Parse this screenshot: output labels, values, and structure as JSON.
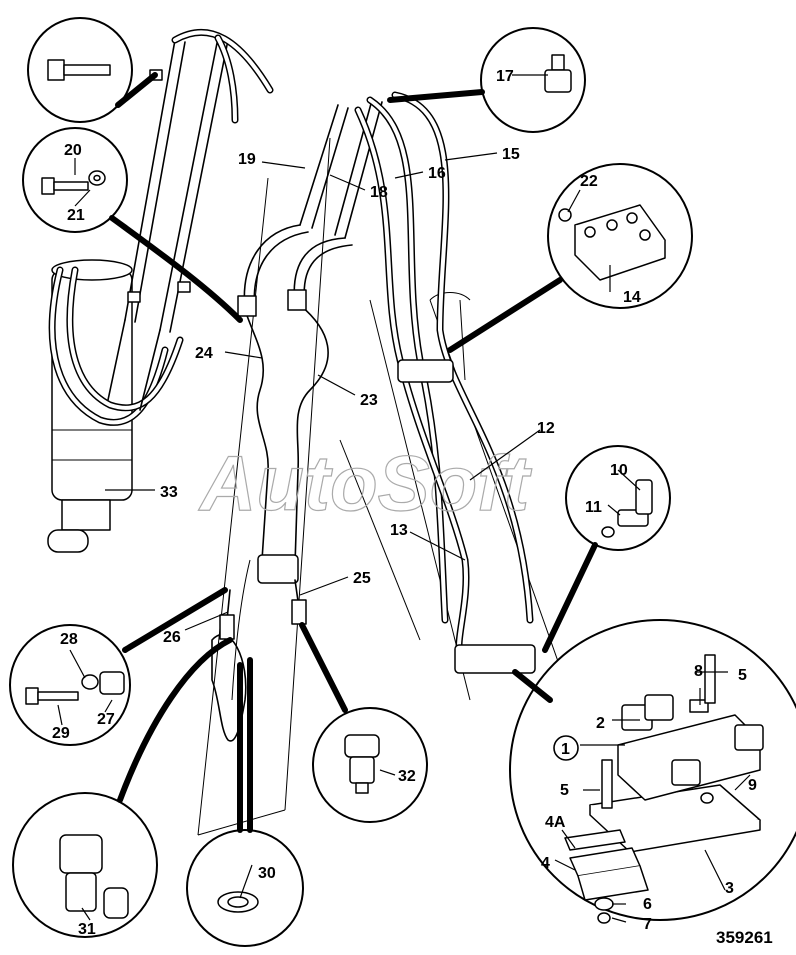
{
  "diagram": {
    "drawing_number": "359261",
    "watermark": "AutoSoft",
    "part_labels": {
      "p1": "1",
      "p2": "2",
      "p3": "3",
      "p4": "4",
      "p4a": "4A",
      "p5a": "5",
      "p5b": "5",
      "p6": "6",
      "p7": "7",
      "p8": "8",
      "p9": "9",
      "p10": "10",
      "p11": "11",
      "p12": "12",
      "p13": "13",
      "p14": "14",
      "p15": "15",
      "p16": "16",
      "p17": "17",
      "p18": "18",
      "p19": "19",
      "p20": "20",
      "p21": "21",
      "p22": "22",
      "p23": "23",
      "p24": "24",
      "p25": "25",
      "p26": "26",
      "p27": "27",
      "p28": "28",
      "p29": "29",
      "p30": "30",
      "p31": "31",
      "p32": "32",
      "p33": "33"
    },
    "icons": [
      "bolt-icon",
      "washer-icon",
      "adapter-icon",
      "bracket-icon",
      "elbow-icon",
      "coupling-icon",
      "seal-ring-icon",
      "manifold-block-icon"
    ]
  }
}
